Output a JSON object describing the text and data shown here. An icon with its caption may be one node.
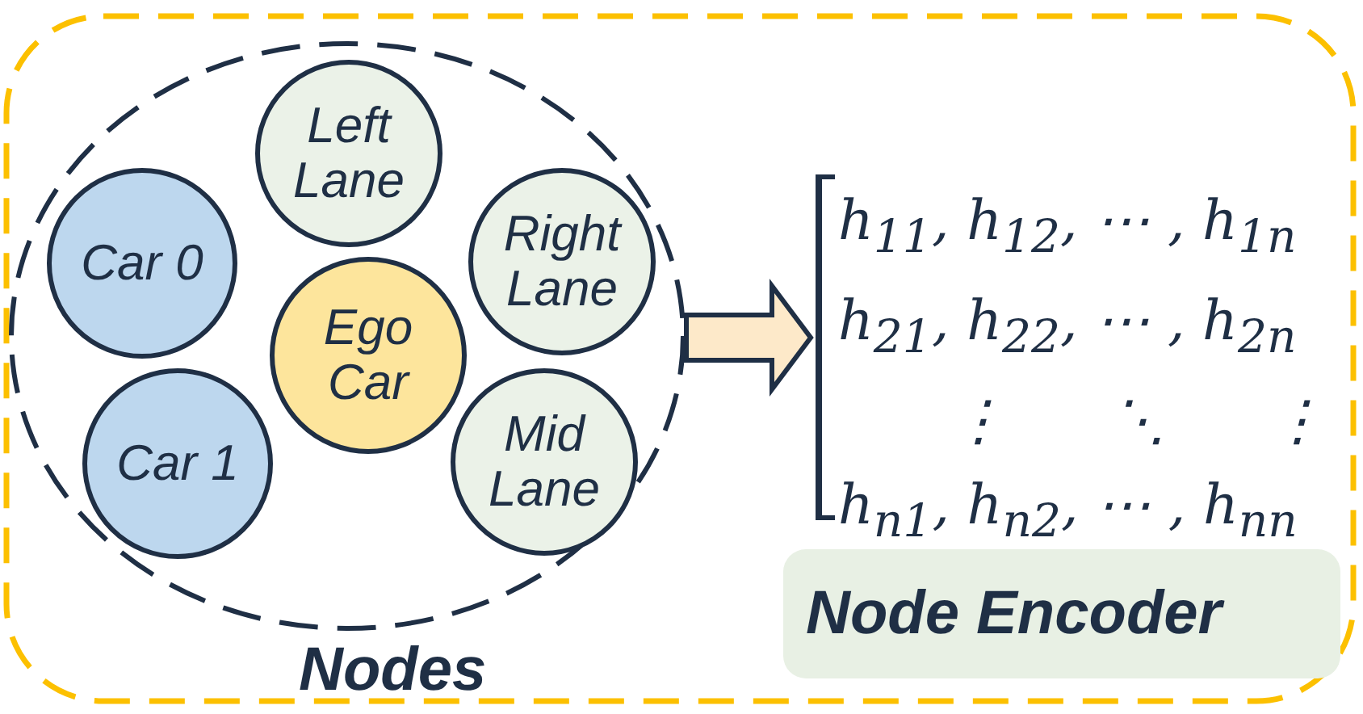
{
  "diagram": {
    "nodes": [
      {
        "text": [],
        "shape": "box"
      },
      {
        "text": [
          "Nodes"
        ],
        "in": 0
      },
      {
        "text": [
          "Left Lane"
        ],
        "in": 1
      },
      {
        "text": [
          "Car 0"
        ],
        "in": 1
      },
      {
        "text": [
          "Right Lane"
        ],
        "in": 1
      },
      {
        "text": [
          "Ego Car"
        ],
        "in": 1
      },
      {
        "text": [
          "Car 1"
        ],
        "in": 1
      },
      {
        "text": [
          "Mid Lane"
        ],
        "in": 1
      },
      {
        "text": [
          "h$_{11}$, h$_{12}$, ⋯ , h$_{1n}$",
          "h$_{21}$, h$_{22}$, ⋯ , h$_{2n}$",
          "⋮      ⋱      ⋮",
          "h$_{n1}$, h$_{n2}$, ⋯ , h$_{nn}$"
        ],
        "in": 0
      },
      {
        "text": [
          "Node Encoder"
        ],
        "in": 0
      }
    ],
    "edges": [
      {
        "from": 1,
        "to": 8,
        "arrow": "to"
      }
    ]
  }
}
